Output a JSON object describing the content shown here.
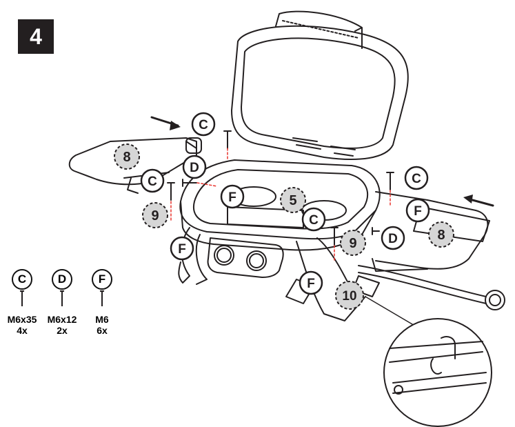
{
  "step": {
    "number": "4"
  },
  "callouts": {
    "C": "C",
    "D": "D",
    "F": "F",
    "part5": "5",
    "part8": "8",
    "part9": "9",
    "part10": "10"
  },
  "legend": [
    {
      "letter": "C",
      "size": "M6x35",
      "qty": "4x"
    },
    {
      "letter": "D",
      "size": "M6x12",
      "qty": "2x"
    },
    {
      "letter": "F",
      "size": "M6",
      "qty": "6x"
    }
  ],
  "colors": {
    "ink": "#231f20",
    "highlight": "#e8302a",
    "part_fill": "#d6d6d6"
  }
}
